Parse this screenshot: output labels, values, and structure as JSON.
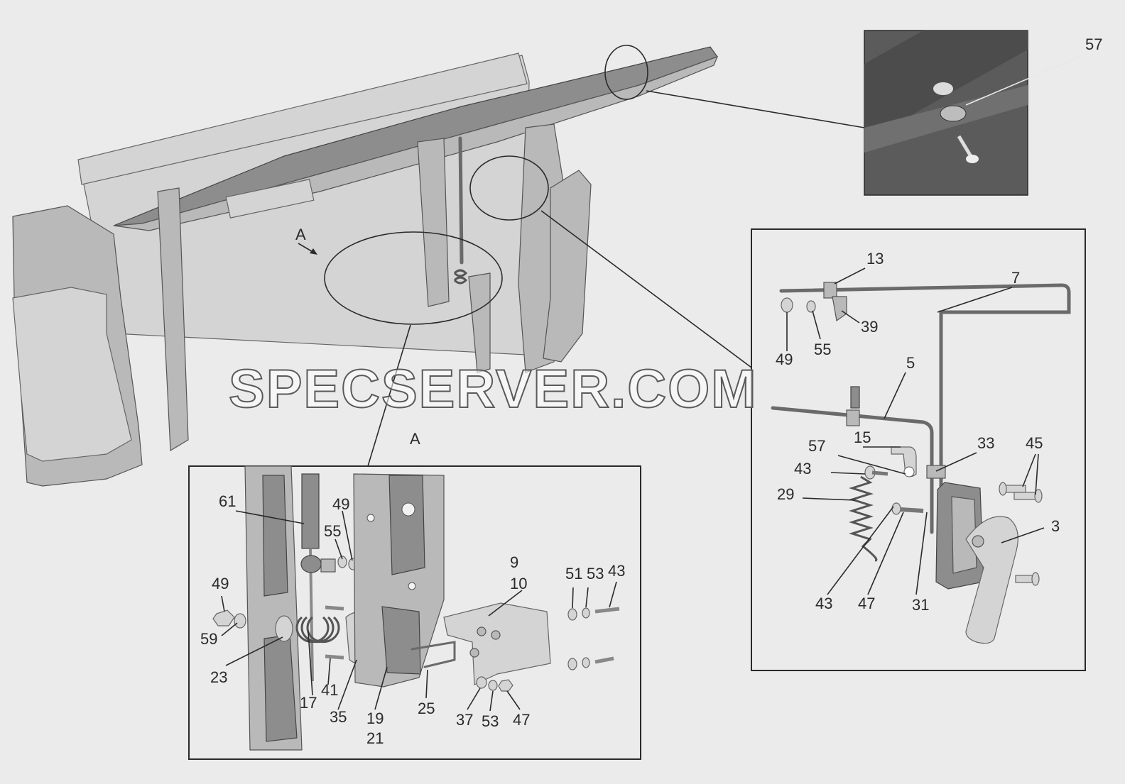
{
  "watermark": "SPECSERVER.COM",
  "callouts": {
    "view_a_arrow": "A",
    "view_a_title": "A",
    "inset": [
      "57"
    ],
    "right_panel": [
      "13",
      "7",
      "39",
      "49",
      "55",
      "5",
      "15",
      "33",
      "45",
      "57",
      "43",
      "29",
      "3",
      "43",
      "47",
      "31"
    ],
    "bottom_panel": [
      "61",
      "49",
      "55",
      "49",
      "59",
      "23",
      "17",
      "41",
      "35",
      "19",
      "21",
      "25",
      "9",
      "10",
      "51",
      "53",
      "43",
      "37",
      "53",
      "47"
    ]
  }
}
